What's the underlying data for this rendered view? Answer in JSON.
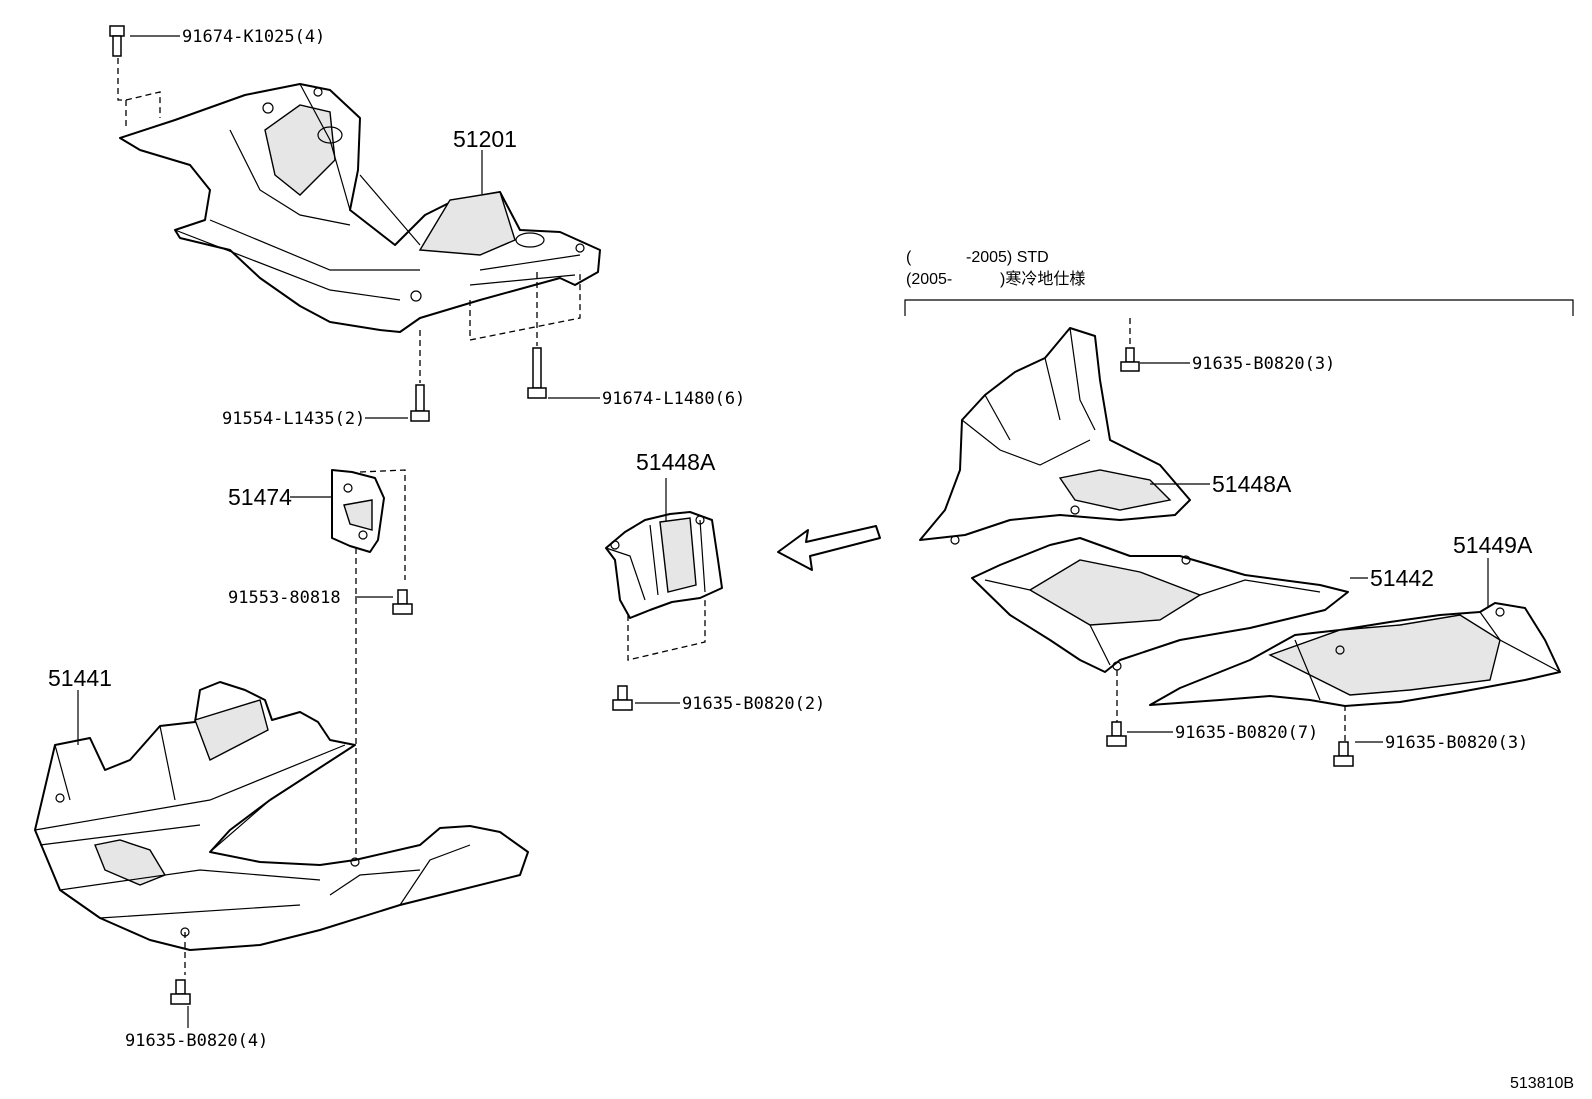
{
  "parts": {
    "p51201": "51201",
    "p51474": "51474",
    "p51441": "51441",
    "p51448a_center": "51448A",
    "p51448a_right": "51448A",
    "p51442": "51442",
    "p51449a": "51449A"
  },
  "fasteners": {
    "f91674_k1025": "91674-K1025(4)",
    "f91554_l1435": "91554-L1435(2)",
    "f91674_l1480": "91674-L1480(6)",
    "f91553_80818": "91553-80818",
    "f91635_b0820_4": "91635-B0820(4)",
    "f91635_b0820_2": "91635-B0820(2)",
    "f91635_b0820_3a": "91635-B0820(3)",
    "f91635_b0820_7": "91635-B0820(7)",
    "f91635_b0820_3b": "91635-B0820(3)"
  },
  "notes": {
    "line1_open": "(",
    "line1_rest": "-2005) STD",
    "line2_open": "(2005-",
    "line2_rest": ")寒冷地仕様"
  },
  "diagram_code": "513810B"
}
